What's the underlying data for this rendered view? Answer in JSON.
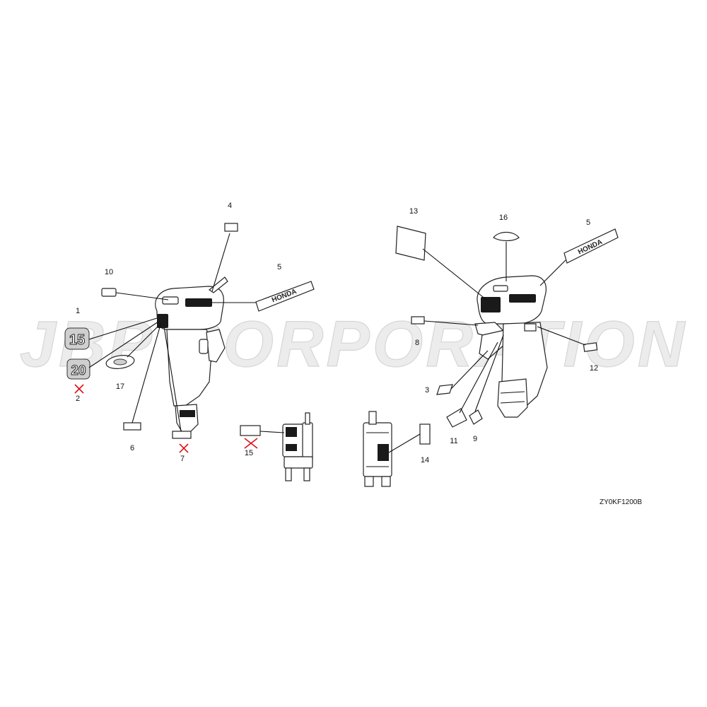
{
  "watermark": {
    "text": "JBP CORPORATION"
  },
  "diagram": {
    "code": "ZY0KF1200B"
  },
  "callouts": [
    {
      "id": "c1",
      "label": "1"
    },
    {
      "id": "c2",
      "label": "2"
    },
    {
      "id": "c3",
      "label": "3"
    },
    {
      "id": "c4",
      "label": "4"
    },
    {
      "id": "c5a",
      "label": "5"
    },
    {
      "id": "c5b",
      "label": "5"
    },
    {
      "id": "c6",
      "label": "6"
    },
    {
      "id": "c7",
      "label": "7"
    },
    {
      "id": "c8",
      "label": "8"
    },
    {
      "id": "c9",
      "label": "9"
    },
    {
      "id": "c10",
      "label": "10"
    },
    {
      "id": "c11",
      "label": "11"
    },
    {
      "id": "c12",
      "label": "12"
    },
    {
      "id": "c13",
      "label": "13"
    },
    {
      "id": "c14",
      "label": "14"
    },
    {
      "id": "c15",
      "label": "15"
    },
    {
      "id": "c16",
      "label": "16"
    },
    {
      "id": "c17",
      "label": "17"
    }
  ],
  "decals": {
    "emblem_1": "15",
    "emblem_2": "20",
    "brand_left": "HONDA",
    "brand_right": "HONDA"
  },
  "discontinued_marks": [
    "2",
    "7",
    "15"
  ]
}
